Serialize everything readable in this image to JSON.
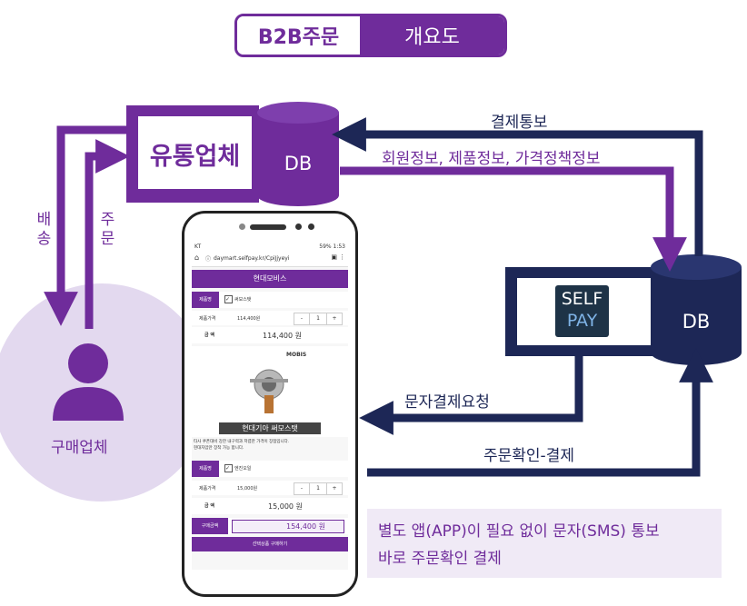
{
  "header": {
    "left": "B2B주문",
    "right": "개요도"
  },
  "distributor": {
    "name": "유통업체",
    "db": "DB"
  },
  "buyer": {
    "name": "구매업체"
  },
  "selfpay": {
    "logo_line1": "SELF",
    "logo_line2": "PAY",
    "db": "DB"
  },
  "flows": {
    "payment_notice": "결제통보",
    "info_sync": "회원정보, 제품정보, 가격정책정보",
    "sms_request": "문자결제요청",
    "order_confirm": "주문확인-결제",
    "delivery": "배송",
    "order": "주문"
  },
  "note": {
    "line1": "별도 앱(APP)이 필요 없이 문자(SMS) 통보",
    "line2": "바로 주문확인 결제"
  },
  "phone": {
    "status_left": "KT",
    "status_right": "59% 1:53",
    "url": "daymart.selfpay.kr/CpiJjyeyi",
    "store": "현대모비스",
    "item1": {
      "label": "제품명",
      "name": "써모스탯",
      "price_label": "제품가격",
      "price": "114,400원",
      "qty": "1",
      "amount_label": "금 액",
      "amount": "114,400 원"
    },
    "brand": "MOBIS",
    "product_caption": "현대기아 써모스탯",
    "desc_line1": "타사 쿠폰대비 강한 내구력과 저렴한 가격이 장점입니다.",
    "desc_line2": "현대자암만 장착 가능 합니다.",
    "item2": {
      "label": "제품명",
      "name": "엔진오일",
      "price_label": "제품가격",
      "price": "15,000원",
      "qty": "1",
      "amount_label": "금 액",
      "amount": "15,000 원"
    },
    "total_label": "구매금액",
    "total": "154,400 원",
    "buy_button": "선택상품 구매하기"
  },
  "colors": {
    "purple": "#6f2c9b",
    "navy": "#1d2756",
    "lavender": "#e3d9ef"
  }
}
